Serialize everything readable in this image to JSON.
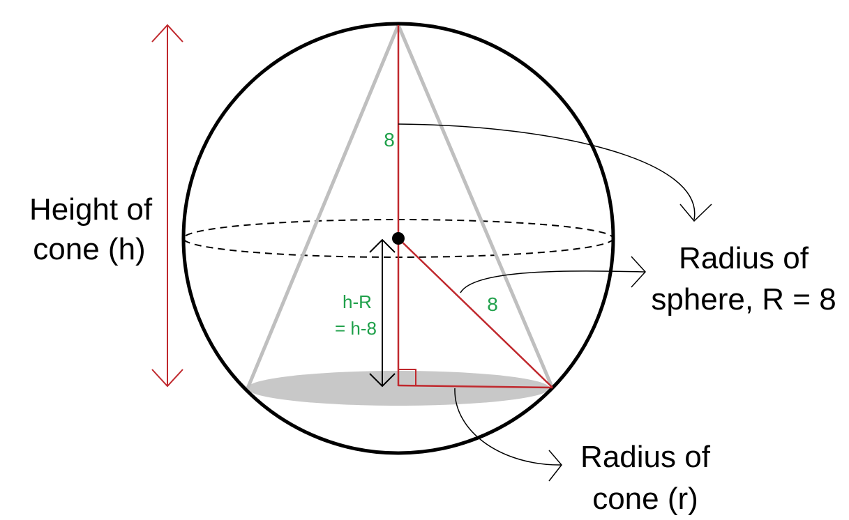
{
  "labels": {
    "height_line1": "Height of",
    "height_line2": "cone (h)",
    "top_segment": "8",
    "hr_line1": "h-R",
    "hr_line2": "= h-8",
    "slant_segment": "8",
    "sphere_line1": "Radius of",
    "sphere_line2": "sphere, R = 8",
    "cone_line1": "Radius of",
    "cone_line2": "cone (r)"
  },
  "colors": {
    "red": "#c0282d",
    "green": "#1fa04a",
    "gray": "#bfbfbf",
    "shade": "#c8c8c8",
    "black": "#000000"
  }
}
